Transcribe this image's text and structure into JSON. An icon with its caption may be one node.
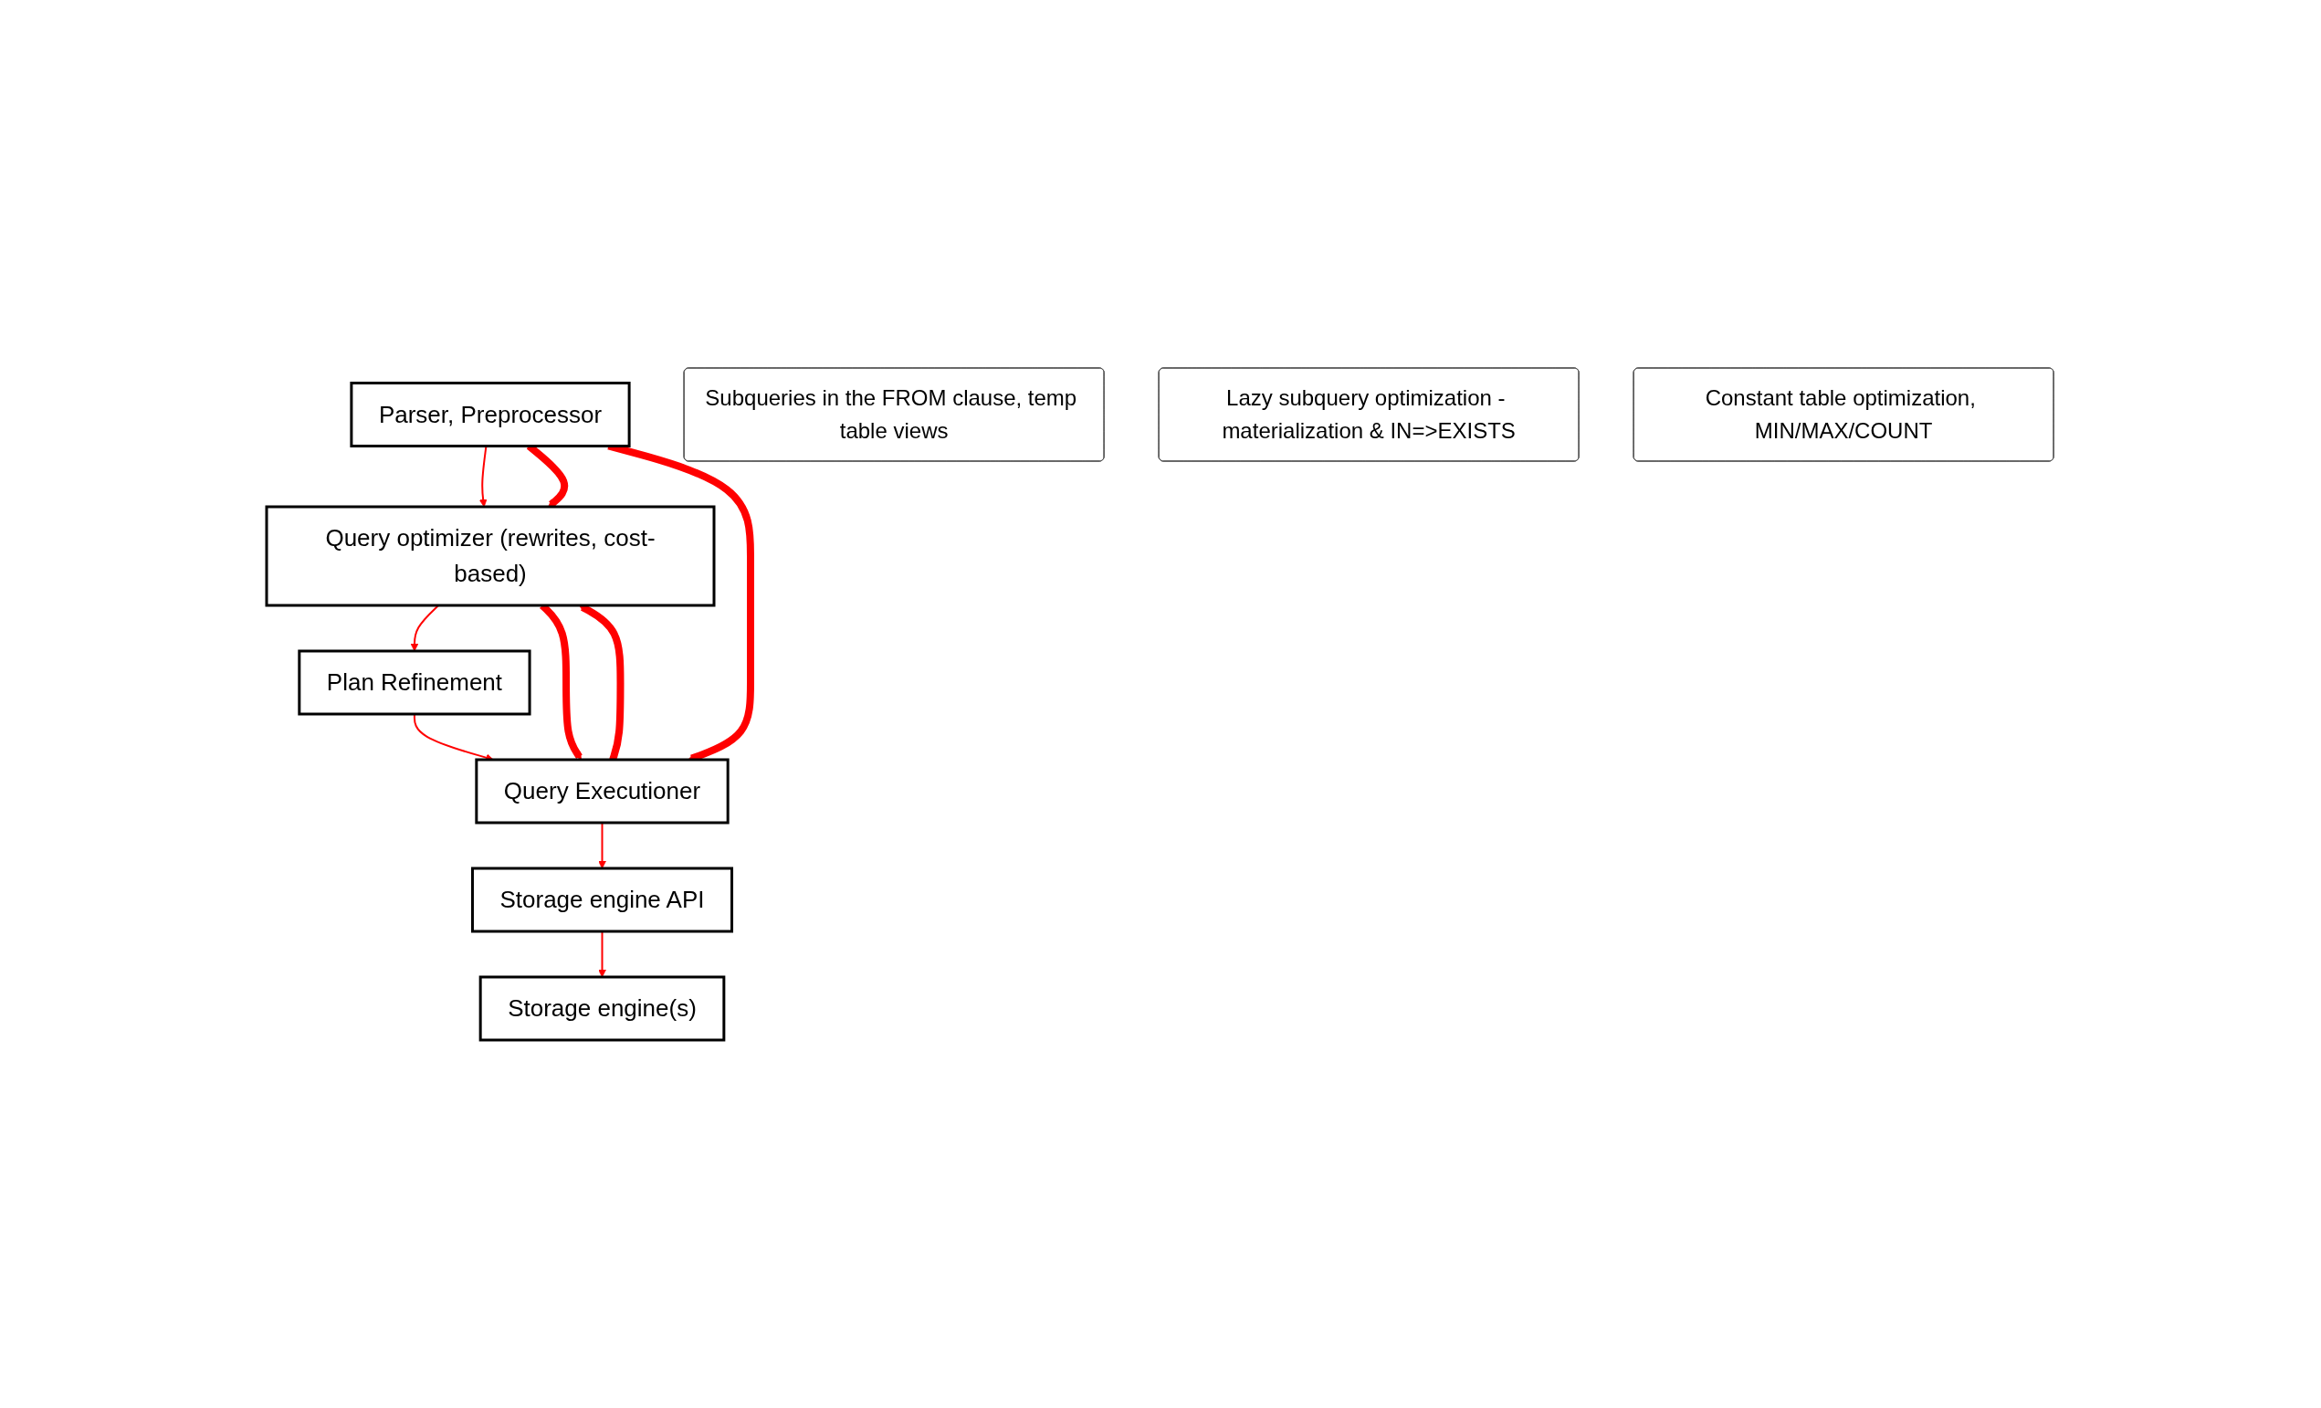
{
  "diagram": {
    "nodes": [
      {
        "text": [
          "Parser, Preprocessor"
        ]
      },
      {
        "text": [
          "Query optimizer (rewrites, cost-based)"
        ]
      },
      {
        "text": [
          "Plan Refinement"
        ]
      },
      {
        "text": [
          "Query Executioner"
        ]
      },
      {
        "text": [
          "Storage engine API"
        ]
      },
      {
        "text": [
          "Storage engine(s)"
        ]
      },
      {
        "text": [
          "Subqueries in the FROM clause, temp table views"
        ]
      },
      {
        "text": [
          "Lazy subquery optimization - materialization & IN=>EXISTS"
        ]
      },
      {
        "text": [
          "Constant table optimization, MIN/MAX/COUNT"
        ]
      }
    ],
    "edges": [
      {
        "from": 0,
        "to": 1,
        "arrow": "to"
      },
      {
        "from": 1,
        "to": 2,
        "arrow": "to"
      },
      {
        "from": 2,
        "to": 3,
        "arrow": "to"
      },
      {
        "from": 3,
        "to": 4,
        "arrow": "to"
      },
      {
        "from": 4,
        "to": 5,
        "arrow": "to"
      },
      {
        "from": 0,
        "to": 1,
        "arrow": "to",
        "style": "thick"
      },
      {
        "from": 0,
        "to": 3,
        "arrow": "to",
        "style": "thick"
      },
      {
        "from": 1,
        "to": 3,
        "arrow": "to",
        "style": "thick"
      },
      {
        "from": 3,
        "to": 1,
        "arrow": "to",
        "style": "thick"
      }
    ]
  }
}
